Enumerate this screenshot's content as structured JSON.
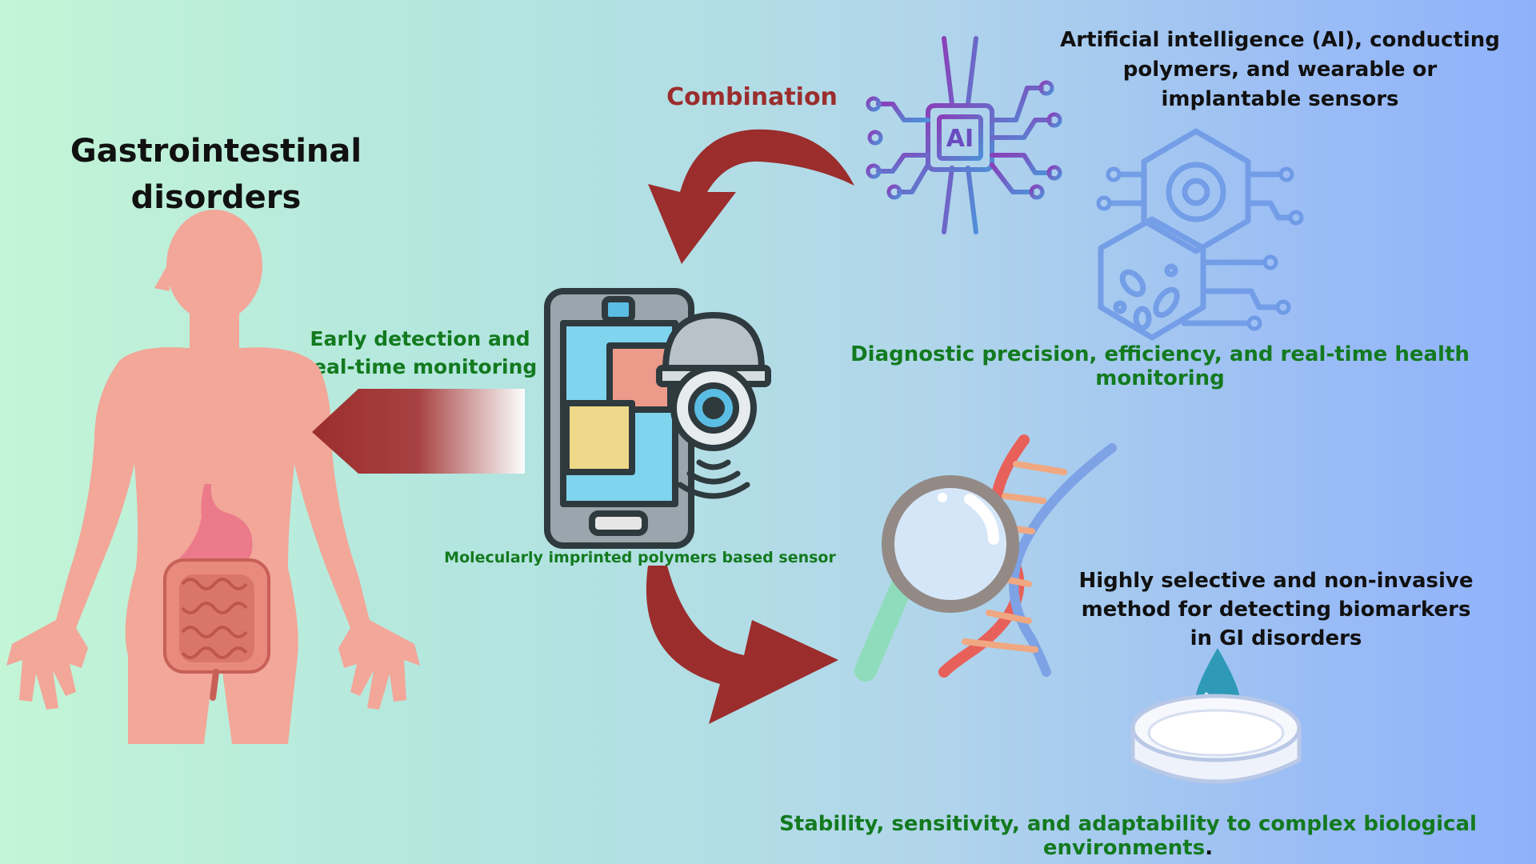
{
  "title": "Gastrointestinal disorders",
  "combination_label": "Combination",
  "ai_text": "Artificial intelligence (AI), conducting polymers, and wearable or implantable sensors",
  "early_text": "Early detection and real-time monitoring",
  "diagnostic_text": "Diagnostic precision, efficiency, and real-time health monitoring",
  "sensor_label": "Molecularly imprinted polymers based sensor",
  "selective_text": "Highly selective and non-invasive method for detecting biomarkers in GI disorders",
  "stability_text": "Stability, sensitivity, and adaptability to complex biological environments",
  "stability_period": ".",
  "chip_label": "AI",
  "colors": {
    "arrow": "#9b2d2d",
    "green_text": "#137a1f",
    "body": "#f2a799",
    "chip": "#8a4ab8",
    "hex": "#6f9ae6"
  }
}
